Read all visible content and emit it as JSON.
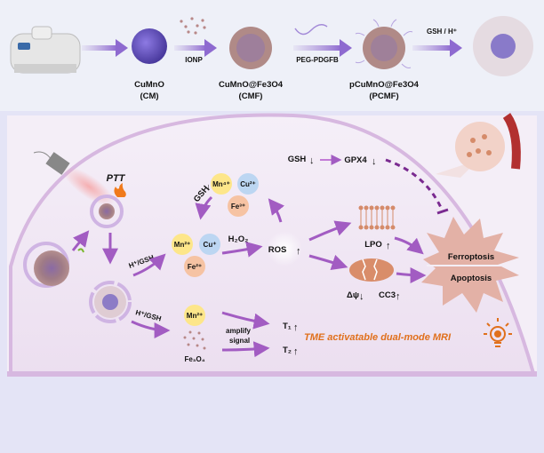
{
  "synthesis": {
    "step1": {
      "product": "CuMnO",
      "abbrev": "(CM)"
    },
    "step2": {
      "reagent": "IONP",
      "product": "CuMnO@Fe3O4",
      "abbrev": "(CMF)"
    },
    "step3": {
      "reagent": "PEG-PDGFB",
      "product": "pCuMnO@Fe3O4",
      "abbrev": "(PCMF)"
    },
    "step4": {
      "reagent": "GSH / H⁺"
    }
  },
  "cell": {
    "ptt_label": "PTT",
    "h_gsh_1": "H⁺/GSH",
    "h_gsh_2": "H⁺/GSH",
    "ions_oxidized": {
      "mn": "Mn⁴⁺",
      "cu": "Cu²⁺",
      "fe": "Fe³⁺"
    },
    "gsh_rot": "GSH",
    "ions_reduced": {
      "mn": "Mn²⁺",
      "cu": "Cu⁺",
      "fe": "Fe²⁺"
    },
    "h2o2": "H₂O₂",
    "ros": "ROS",
    "gsh_top": "GSH",
    "gpx4": "GPX4",
    "lpo": "LPO",
    "delta_psi": "Δψ",
    "cc3": "CC3",
    "ferroptosis": "Ferroptosis",
    "apoptosis": "Apoptosis",
    "mn2_mri": "Mn²⁺",
    "fe3o4": "Fe₃O₄",
    "amplify": "amplify",
    "signal": "signal",
    "t1": "T₁",
    "t2": "T₂",
    "mri_caption": "TME activatable dual-mode MRI"
  },
  "colors": {
    "accent_purple": "#9a5cc0",
    "membrane": "#d7b8e0",
    "orange": "#e0701c",
    "mn_ion": "#fde68a",
    "cu_ion": "#bcd6f2",
    "fe_ion": "#f6c3a3",
    "death_star": "#e3b1a6"
  }
}
